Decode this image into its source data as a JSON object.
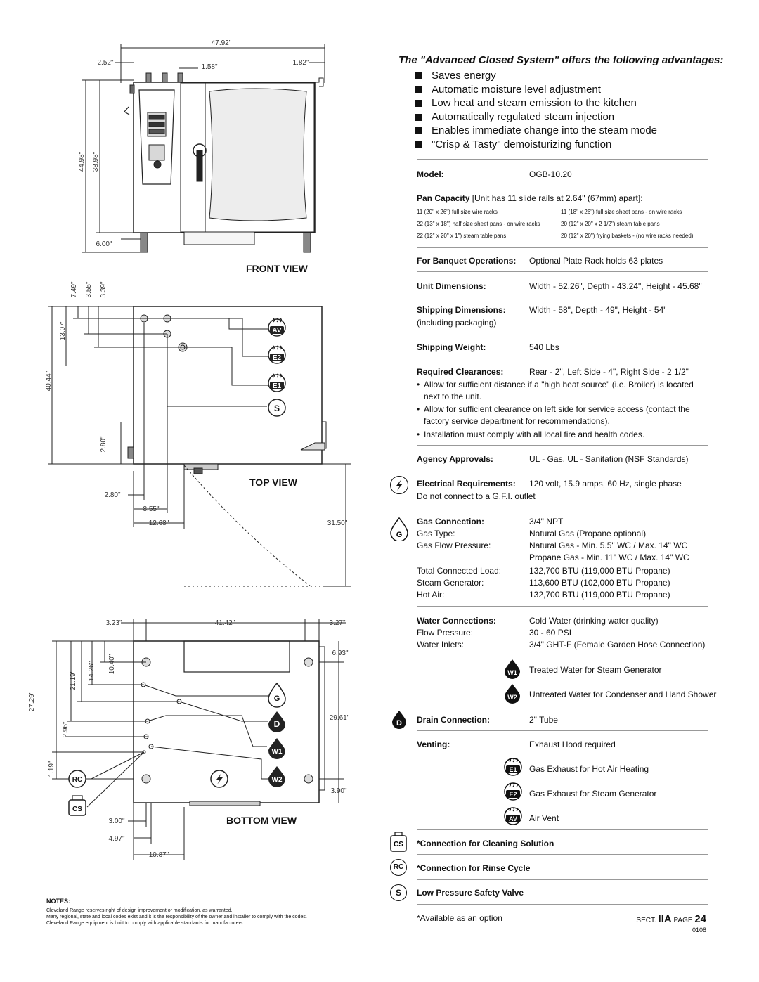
{
  "views": {
    "front": "FRONT VIEW",
    "top": "TOP VIEW",
    "bottom": "BOTTOM VIEW"
  },
  "dimensions": {
    "front": [
      "47.92\"",
      "2.52\"",
      "1.58\"",
      "1.82\"",
      "44.98\"",
      "38.98\"",
      "6.00\""
    ],
    "top": [
      "7.49\"",
      "3.55\"",
      "3.39\"",
      "13.07\"",
      "40.44\"",
      "2.80\"",
      "2.80\"",
      "8.55\"",
      "12.68\"",
      "31.50\""
    ],
    "bottom": [
      "3.23\"",
      "41.42\"",
      "3.27\"",
      "6.93\"",
      "10.40\"",
      "14.26\"",
      "21.19\"",
      "27.29\"",
      "2.96\"",
      "29.61\"",
      "1.19\"",
      "3.90\"",
      "3.00\"",
      "4.97\"",
      "10.87\""
    ]
  },
  "callouts": {
    "top": [
      "AV",
      "E2",
      "E1",
      "S"
    ],
    "bottom": [
      "G",
      "D",
      "W1",
      "W2",
      "RC",
      "CS"
    ]
  },
  "advantages": {
    "title": "The \"Advanced Closed System\" offers the following advantages:",
    "items": [
      "Saves energy",
      "Automatic moisture level adjustment",
      "Low heat and steam emission to the kitchen",
      "Automatically regulated steam injection",
      "Enables immediate change into the steam mode",
      "\"Crisp & Tasty\" demoisturizing function"
    ]
  },
  "specs": {
    "model_label": "Model:",
    "model": "OGB-10.20",
    "pan_capacity_label": "Pan Capacity",
    "pan_capacity_note": "[Unit has 11 slide rails at 2.64\" (67mm) apart]:",
    "pan_left": [
      "11 (20\" x 26\") full size wire racks",
      "22 (13\" x 18\") half size sheet pans - on wire racks",
      "22 (12\" x 20\" x 1\") steam table pans"
    ],
    "pan_right": [
      "11 (18\" x 26\") full size sheet pans - on wire racks",
      "20 (12\" x 20\" x 2 1/2\") steam table pans",
      "20 (12\" x 20\") frying baskets - (no wire racks needed)"
    ],
    "banquet_label": "For Banquet Operations:",
    "banquet": "Optional Plate Rack holds 63 plates",
    "unit_dim_label": "Unit Dimensions:",
    "unit_dim": "Width - 52.26\", Depth - 43.24\", Height - 45.68\"",
    "ship_dim_label": "Shipping Dimensions:",
    "ship_dim": "Width - 58\", Depth - 49\", Height - 54\"",
    "ship_dim_note": "(including packaging)",
    "ship_weight_label": "Shipping Weight:",
    "ship_weight": "540 Lbs",
    "clearances_label": "Required Clearances:",
    "clearances": "Rear - 2\", Left Side - 4\", Right Side - 2 1/2\"",
    "clearance_bullets": [
      "Allow for sufficient distance if a \"high heat source\" (i.e. Broiler) is located next to the unit.",
      "Allow for sufficient clearance on left side for service access (contact the factory service department for recommendations).",
      "Installation must comply with all local fire and health codes."
    ],
    "agency_label": "Agency Approvals:",
    "agency": "UL - Gas, UL - Sanitation (NSF Standards)",
    "electrical_label": "Electrical Requirements:",
    "electrical": "120 volt, 15.9 amps, 60 Hz, single phase",
    "electrical_note": "Do not connect to a G.F.I. outlet",
    "gas_label": "Gas Connection:",
    "gas": "3/4\" NPT",
    "gas_rows": [
      {
        "k": "Gas Type:",
        "v": "Natural Gas (Propane optional)"
      },
      {
        "k": "Gas Flow Pressure:",
        "v": "Natural Gas - Min. 5.5\" WC / Max. 14\" WC"
      },
      {
        "k": "",
        "v": "Propane Gas - Min. 11\" WC / Max. 14\" WC"
      },
      {
        "k": "Total Connected Load:",
        "v": "132,700 BTU (119,000 BTU Propane)"
      },
      {
        "k": "Steam Generator:",
        "v": "113,600 BTU (102,000 BTU Propane)"
      },
      {
        "k": "Hot Air:",
        "v": "132,700 BTU (119,000 BTU Propane)"
      }
    ],
    "water_label": "Water Connections:",
    "water": "Cold Water (drinking water quality)",
    "water_rows": [
      {
        "k": "Flow Pressure:",
        "v": "30 - 60 PSI"
      },
      {
        "k": "Water Inlets:",
        "v": "3/4\" GHT-F (Female Garden Hose Connection)"
      }
    ],
    "w1_badge": "W1",
    "w1": "Treated Water for Steam Generator",
    "w2_badge": "W2",
    "w2": "Untreated Water for Condenser and Hand Shower",
    "drain_badge": "D",
    "drain_label": "Drain Connection:",
    "drain": "2\" Tube",
    "venting_label": "Venting:",
    "venting": "Exhaust Hood required",
    "e1_badge": "E1",
    "e1": "Gas Exhaust for Hot Air Heating",
    "e2_badge": "E2",
    "e2": "Gas Exhaust for Steam Generator",
    "av_badge": "AV",
    "av": "Air Vent",
    "cs_badge": "CS",
    "cs": "*Connection for Cleaning Solution",
    "rc_badge": "RC",
    "rc": "*Connection for Rinse Cycle",
    "s_badge": "S",
    "s": "Low Pressure Safety Valve",
    "g_badge": "G",
    "option_note": "*Available as an option"
  },
  "notes": {
    "heading": "NOTES:",
    "lines": [
      "Cleveland Range reserves right of design improvement or modification, as warranted.",
      "Many regional, state and local codes exist and it is the responsibility of the owner and installer to comply with the codes.",
      "Cleveland Range equipment is built to comply with applicable standards for manufacturers."
    ]
  },
  "footer": {
    "sect": "SECT.",
    "sect_id": "IIA",
    "page_label": "PAGE",
    "page": "24",
    "code": "0108"
  }
}
